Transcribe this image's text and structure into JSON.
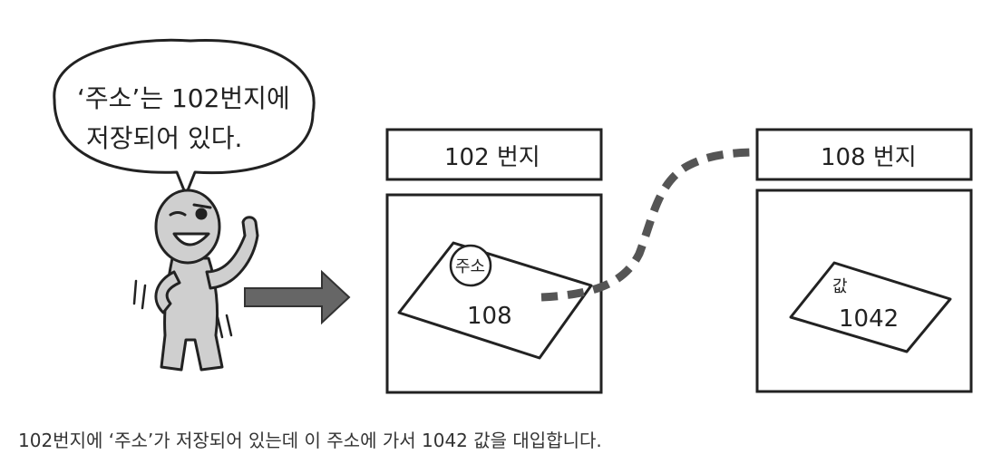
{
  "speech_bubble": {
    "line1": "‘주소’는 102번지에",
    "line2": "저장되어 있다."
  },
  "memory_box_1": {
    "header": "102 번지",
    "card_label": "주소",
    "card_value": "108"
  },
  "memory_box_2": {
    "header": "108 번지",
    "card_label": "값",
    "card_value": "1042"
  },
  "caption": "102번지에 ‘주소’가 저장되어 있는데 이 주소에 가서 1042 값을 대입합니다."
}
